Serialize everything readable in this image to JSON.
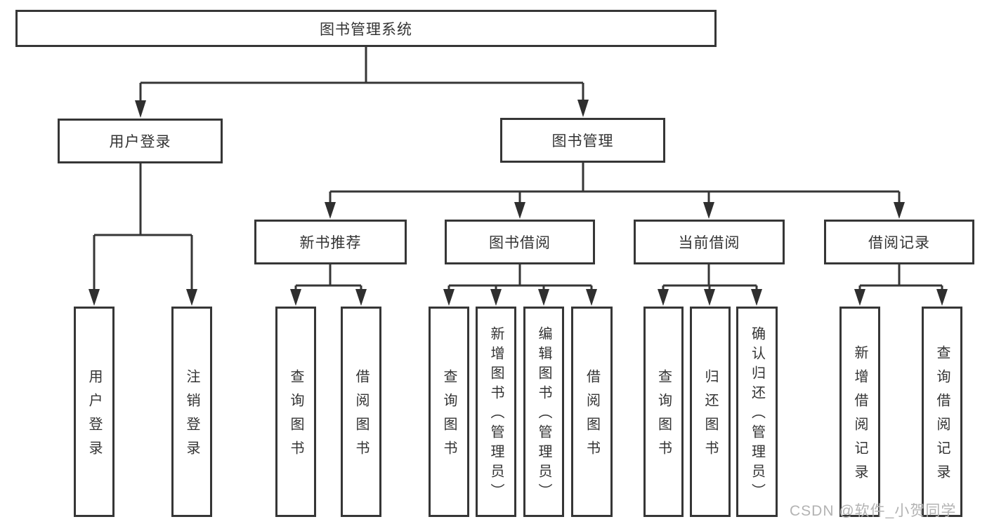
{
  "diagram": {
    "root": {
      "label": "图书管理系统"
    },
    "user_login": {
      "label": "用户登录",
      "children": [
        {
          "label": "用户登录"
        },
        {
          "label": "注销登录"
        }
      ]
    },
    "book_management": {
      "label": "图书管理",
      "sections": [
        {
          "label": "新书推荐",
          "children": [
            {
              "label": "查询图书"
            },
            {
              "label": "借阅图书"
            }
          ]
        },
        {
          "label": "图书借阅",
          "children": [
            {
              "label": "查询图书"
            },
            {
              "label": "新增图书（管理员）"
            },
            {
              "label": "编辑图书（管理员）"
            },
            {
              "label": "借阅图书"
            }
          ]
        },
        {
          "label": "当前借阅",
          "children": [
            {
              "label": "查询图书"
            },
            {
              "label": "归还图书"
            },
            {
              "label": "确认归还（管理员）"
            }
          ]
        },
        {
          "label": "借阅记录",
          "children": [
            {
              "label": "新增借阅记录"
            },
            {
              "label": "查询借阅记录"
            }
          ]
        }
      ]
    }
  },
  "watermark": {
    "text": "CSDN @软件_小贺同学",
    "color": "#b3b3b3"
  },
  "colors": {
    "line": "#363636",
    "arrow": "#2f2f2f",
    "border": "#363636",
    "text": "#333333",
    "background": "#ffffff"
  }
}
